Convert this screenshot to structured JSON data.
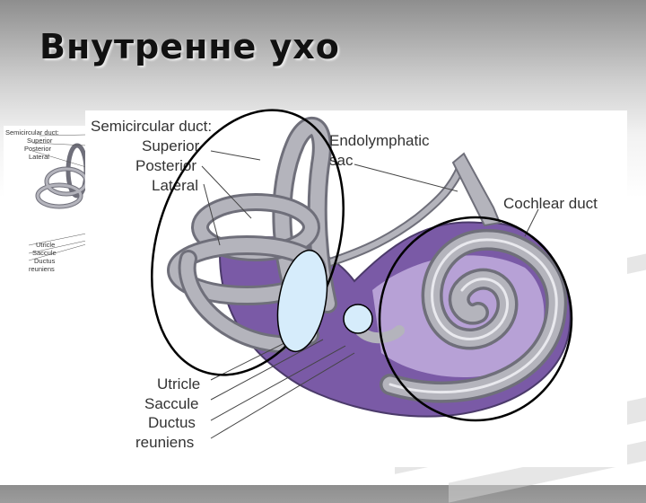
{
  "slide": {
    "title": "Внутренне ухо"
  },
  "thumbnail": {
    "labels": {
      "semicircular_duct": "Semicircular duct:",
      "superior": "Superior",
      "posterior": "Posterior",
      "lateral": "Lateral",
      "utricle": "Utricle",
      "saccule": "Saccule",
      "ductus": "Ductus",
      "reuniens": "reuniens"
    }
  },
  "diagram": {
    "labels": {
      "semicircular_duct": "Semicircular duct:",
      "superior": "Superior",
      "posterior": "Posterior",
      "lateral": "Lateral",
      "endolymphatic": "Endolymphatic",
      "sac": "sac",
      "cochlear_duct": "Cochlear duct",
      "utricle": "Utricle",
      "saccule": "Saccule",
      "ductus": "Ductus",
      "reuniens": "reuniens"
    },
    "colors": {
      "duct": "#b4b4bc",
      "duct_dark": "#6f6f7a",
      "bone": "#7a5aa6",
      "bone_light": "#b7a1d6",
      "highlight_fill": "#d6ecfb",
      "highlight_stroke": "#000000"
    }
  }
}
